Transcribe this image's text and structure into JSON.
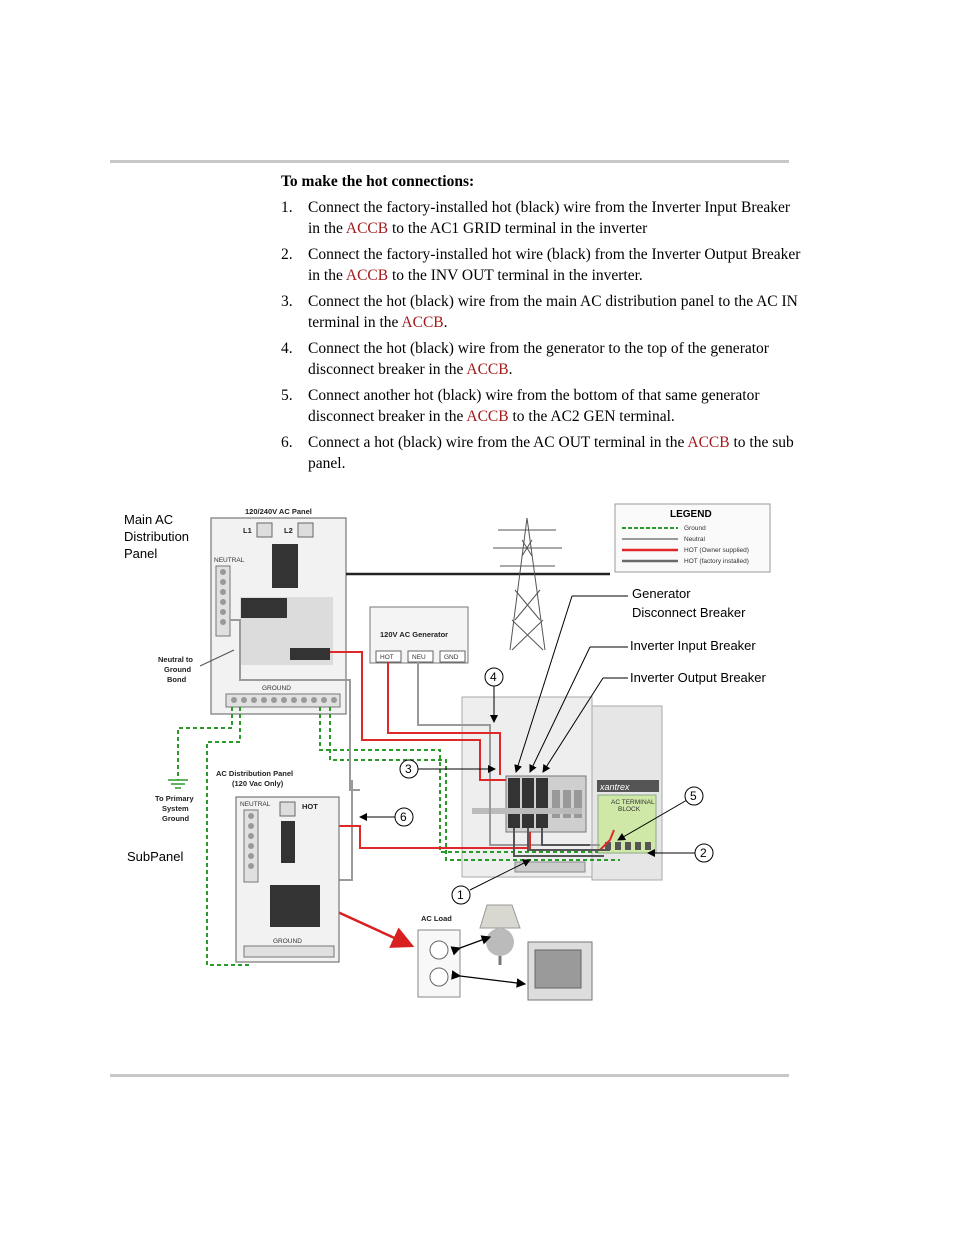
{
  "heading": "To make the hot connections:",
  "steps": [
    {
      "num": "1.",
      "p1": "Connect the factory-installed hot (black) wire from the Inverter Input Breaker in the ",
      "link": "ACCB",
      "p2": " to the AC1 GRID terminal in the inverter"
    },
    {
      "num": "2.",
      "p1": "Connect the factory-installed hot wire (black) from the Inverter Output Breaker in the ",
      "link": "ACCB",
      "p2": " to the INV OUT terminal in the inverter."
    },
    {
      "num": "3.",
      "p1": "Connect the hot (black) wire from the main AC distribution panel to the AC IN terminal in the ",
      "link": "ACCB",
      "p2": "."
    },
    {
      "num": "4.",
      "p1": "Connect the hot (black) wire from the generator to the top of the generator disconnect breaker in the ",
      "link": "ACCB",
      "p2": "."
    },
    {
      "num": "5.",
      "p1": "Connect another hot (black) wire from the bottom of that same generator disconnect breaker in the ",
      "link": "ACCB",
      "p2": " to the AC2 GEN terminal."
    },
    {
      "num": "6.",
      "p1": "Connect a hot (black) wire from the AC OUT terminal in the ",
      "link": "ACCB",
      "p2": " to the sub panel."
    }
  ],
  "diagram": {
    "main_panel_label": [
      "Main AC",
      "Distribution",
      "Panel"
    ],
    "subpanel_label": "SubPanel",
    "generator_breaker_label": [
      "Generator",
      "Disconnect Breaker"
    ],
    "inverter_input_label": "Inverter Input Breaker",
    "inverter_output_label": "Inverter Output Breaker",
    "main_panel_title": "120/240V AC Panel",
    "l1": "L1",
    "l2": "L2",
    "neutral": "NEUTRAL",
    "ground": "GROUND",
    "neutral_bond": [
      "Neutral to",
      "Ground",
      "Bond"
    ],
    "primary_ground": [
      "To Primary",
      "System",
      "Ground"
    ],
    "generator_title": "120V AC Generator",
    "gen_hot": "HOT",
    "gen_neu": "NEU",
    "gen_gnd": "GND",
    "sub_panel_title": [
      "AC Distribution Panel",
      "(120 Vac Only)"
    ],
    "sub_hot": "HOT",
    "ac_load": "AC Load",
    "brand": "xantrex",
    "terminal_block": [
      "AC TERMINAL",
      "BLOCK"
    ],
    "legend": {
      "title": "LEGEND",
      "items": [
        "Ground",
        "Neutral",
        "HOT (Owner supplied)",
        "HOT (factory installed)"
      ],
      "colors": [
        "#2a9a2a",
        "#9a9a9a",
        "#e02828",
        "#6a6a6a"
      ]
    },
    "callouts": [
      "1",
      "2",
      "3",
      "4",
      "5",
      "6"
    ]
  }
}
